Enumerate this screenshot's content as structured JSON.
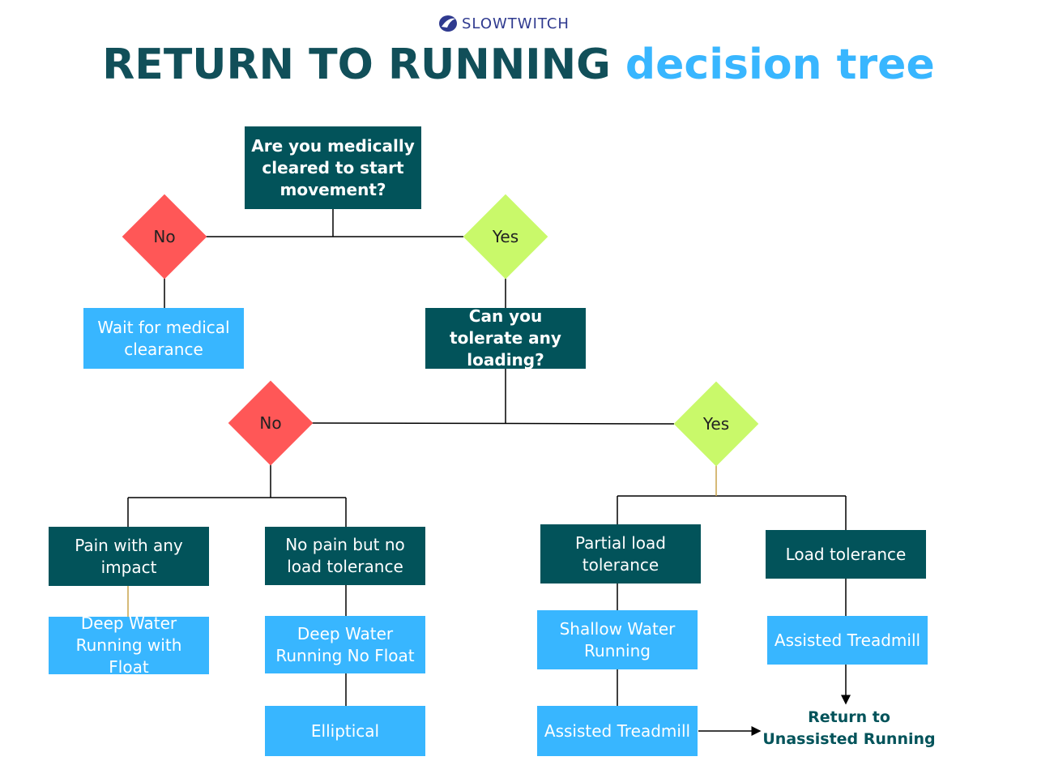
{
  "brand": {
    "name": "SLOWTWITCH"
  },
  "title": {
    "main": "RETURN TO RUNNING",
    "accent": "decision tree"
  },
  "nodes": {
    "q1": "Are you medically cleared to start movement?",
    "no1": "No",
    "yes1": "Yes",
    "wait": "Wait for medical clearance",
    "q2": "Can you tolerate any loading?",
    "no2": "No",
    "yes2": "Yes",
    "pain": "Pain with any impact",
    "nopain": "No pain but no load tolerance",
    "partial": "Partial load tolerance",
    "loadtol": "Load tolerance",
    "dwr_float": "Deep Water Running with Float",
    "dwr_nofloat": "Deep Water Running No Float",
    "elliptical": "Elliptical",
    "shallow": "Shallow Water Running",
    "assisted1": "Assisted Treadmill",
    "assisted2": "Assisted Treadmill",
    "final": "Return to Unassisted Running"
  },
  "colors": {
    "question": "#02535a",
    "action": "#38b6ff",
    "no": "#ff5757",
    "yes": "#c9f96a",
    "title_main": "#114f59",
    "title_accent": "#38b6ff"
  }
}
